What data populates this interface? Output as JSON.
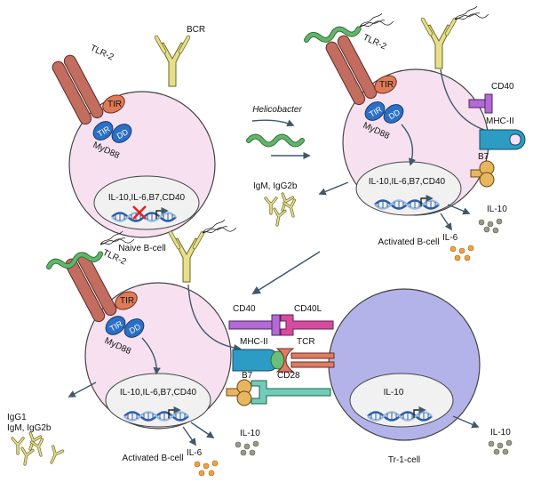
{
  "labels": {
    "tlr2": "TLR-2",
    "bcr": "BCR",
    "tir": "TIR",
    "dd": "DD",
    "myd88": "MyD88",
    "genes": "IL-10,IL-6,B7,CD40",
    "helicobacter": "Helicobacter",
    "cd40": "CD40",
    "cd40l": "CD40L",
    "mhc2": "MHC-II",
    "tcr": "TCR",
    "b7": "B7",
    "cd28": "CD28",
    "il10": "IL-10",
    "il6": "IL-6",
    "igm_igg2b": "IgM, IgG2b",
    "igg1": "IgG1",
    "naive_cell": "Naive B-cell",
    "activated_cell": "Activated B-cell",
    "tr1_cell": "Tr-1-cell"
  },
  "colors": {
    "cell_fill": "#f7e1f0",
    "tr1_fill": "#b3b3ea",
    "nucleus_fill": "#f1f1f1",
    "tlr_fill": "#c26d5f",
    "tir_fill": "#df7b58",
    "myd88_fill": "#2c6fc6",
    "bcr_fill": "#e6e08c",
    "bacteria_fill": "#62b66a",
    "mhc_fill": "#2d9cc4",
    "cd40_fill": "#b36ad4",
    "cd40l_fill": "#d44ca0",
    "b7_fill": "#e7b65e",
    "cd28_fill": "#71ccb8",
    "tcr_fill": "#de7c66",
    "il10_dot": "#9a9a86",
    "il6_dot": "#f0a040",
    "arrow": "#40586a",
    "block_x": "#e52222"
  }
}
